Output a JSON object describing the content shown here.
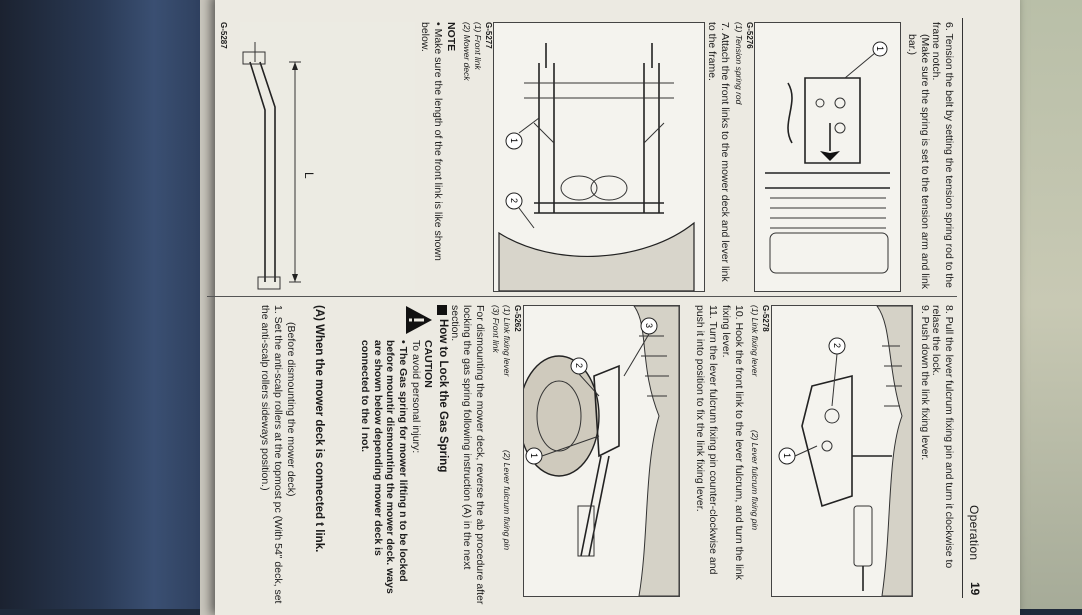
{
  "header": {
    "title": "Operation",
    "page": "19"
  },
  "left_column": {
    "step6": "6. Tension the belt by setting the tension spring rod to the frame notch.",
    "step6_note": "(Make sure the spring is set to the tension arm and link bar.)",
    "fig_g5276": {
      "code": "G-5276",
      "caption1": "(1) Tension spring rod",
      "callouts": [
        "1"
      ]
    },
    "step7": "7. Attach the front links to the mower deck and lever link to the frame.",
    "fig_g5277": {
      "code": "G-5277",
      "caption1": "(1) Front link",
      "caption2": "(2) Mower deck",
      "callouts": [
        "1",
        "2"
      ]
    },
    "note_title": "NOTE",
    "note_text": "• Make sure the length of the front link is like shown below.",
    "fig_g5287": {
      "code": "G-5287",
      "dimension_label": "L"
    }
  },
  "right_column": {
    "step8": "8. Pull the lever fulcrum fixing pin and turn it clockwise to relase the lock.",
    "step9": "9. Push down the link fixing lever.",
    "fig_g5278": {
      "code": "G-5278",
      "caption1": "(1) Link fixing lever",
      "caption2": "(2) Lever fulcrum fixing pin",
      "callouts": [
        "1",
        "2"
      ]
    },
    "step10": "10. Hook the front link to the lever fulcrum, and turn the link fixing lever.",
    "step11": "11. Turn the lever fulcrum fixing pin counter-clockwise and push it into position to fix the link fixing lever.",
    "fig_g5262": {
      "code": "G-5262",
      "caption1": "(1) Link fixing lever",
      "caption2": "(2) Lever fulcrum fixing pin",
      "caption3": "(3) Front link",
      "callouts": [
        "1",
        "2",
        "3"
      ]
    },
    "dismount_text": "For dismounting the mower deck, reverse the ab procedure after locking the gas spring following instruction (A) in the next section.",
    "section_title": "How to Lock the Gas Spring",
    "caution_title": "CAUTION",
    "caution_intro": "To avoid personal injury:",
    "caution_body": "• The Gas spring for mower lifting n to be locked before mountir dismounting the mower deck. ways are shown below depending mower deck is connected to the l not.",
    "section_a_title": "(A) When the mower deck is connected t link.",
    "section_a_sub": "(Before dismounting the mower deck)",
    "section_a_step1": "1. Set the anti-scalp rollers at the topmost pc (With 54\" deck, set the anti-scalp rollers sideways position.)"
  }
}
